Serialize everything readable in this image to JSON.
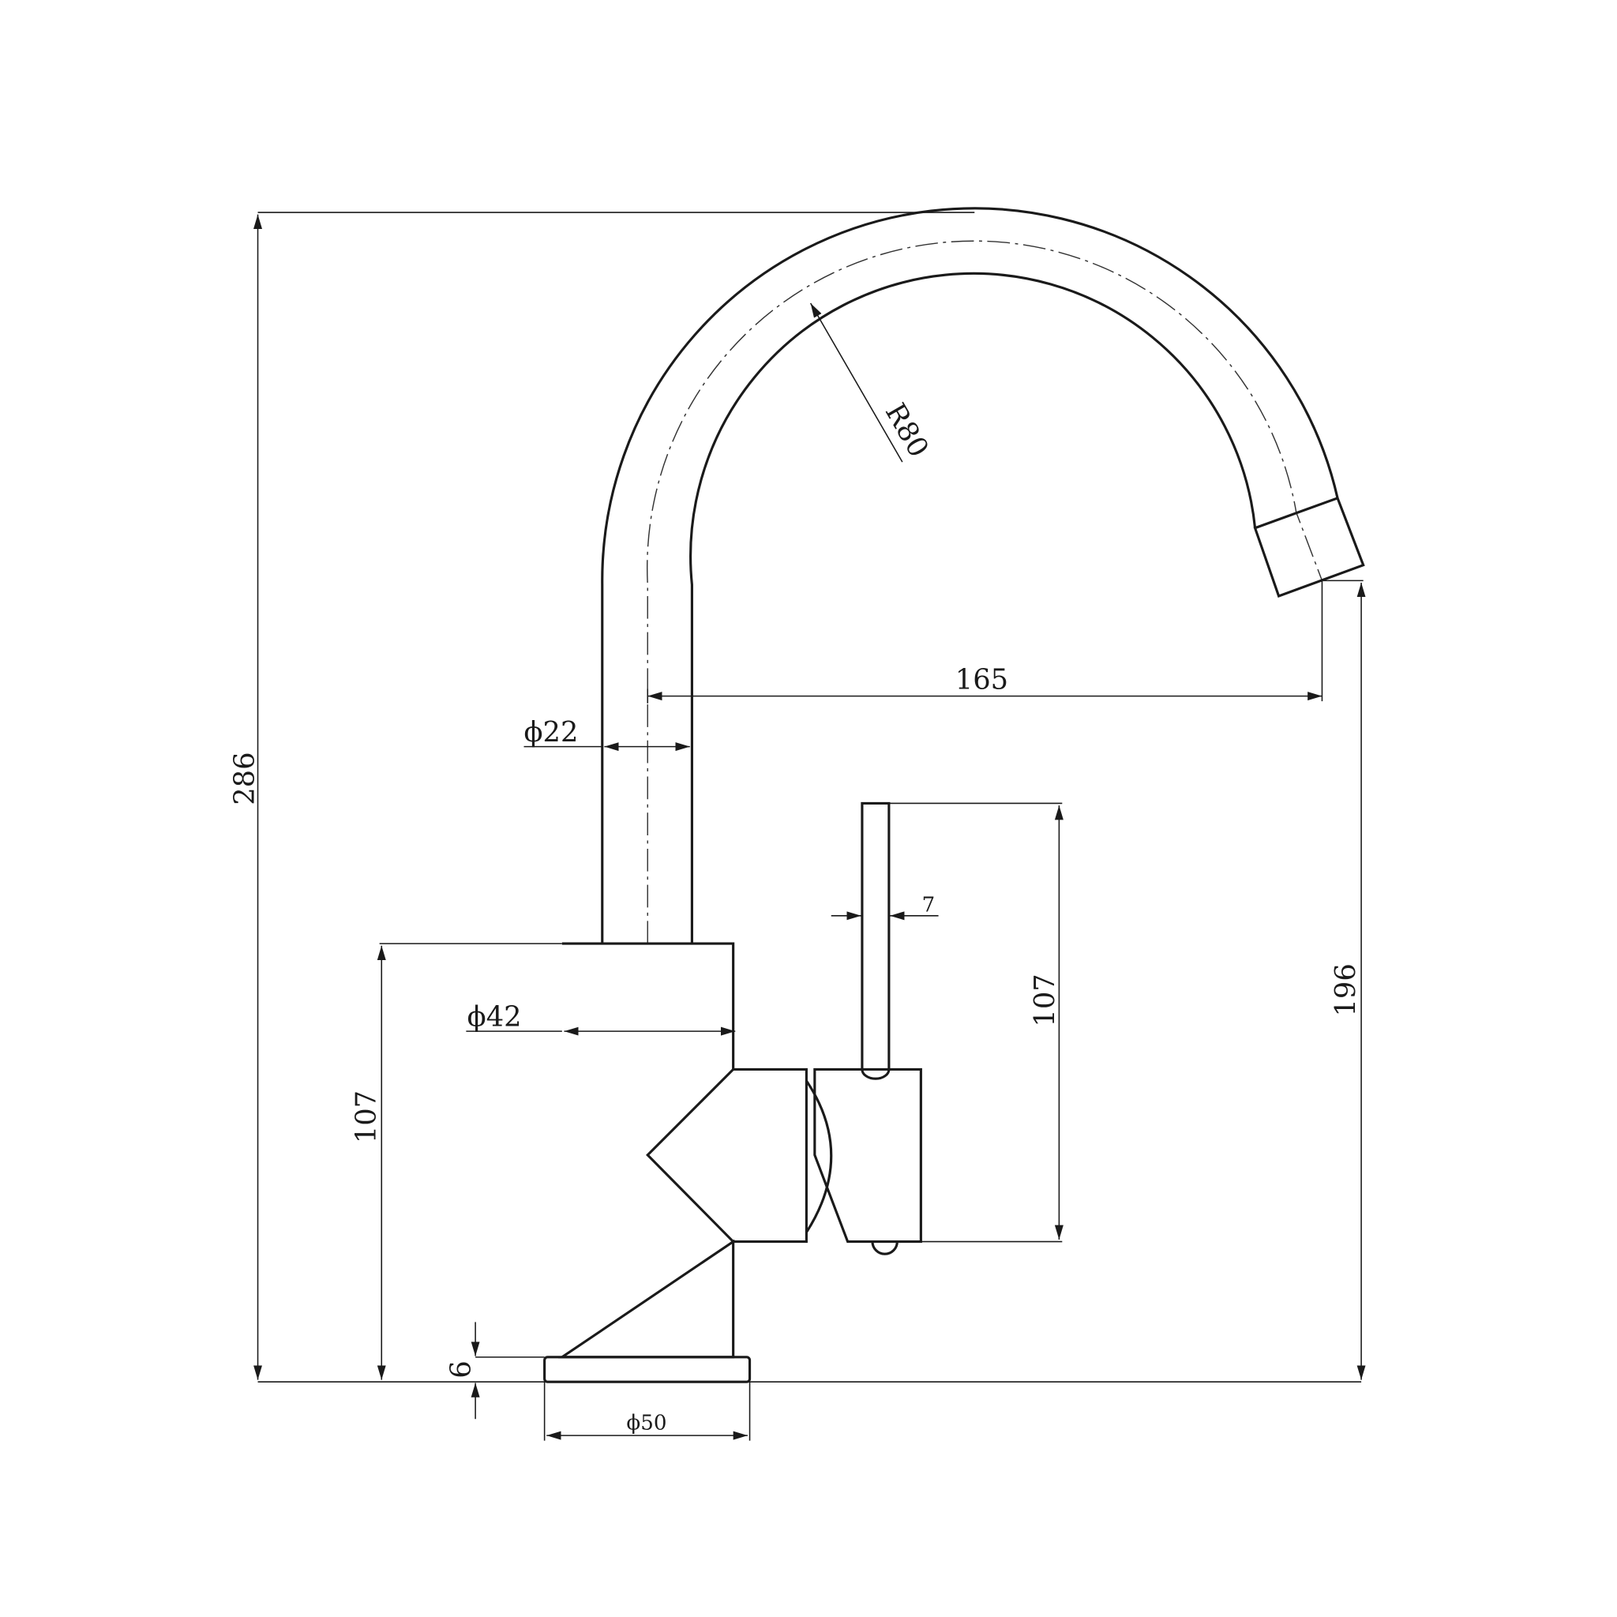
{
  "drawing": {
    "title": "Faucet dimension drawing",
    "dimensions": {
      "total_height": "286",
      "spout_radius": "R80",
      "spout_reach": "165",
      "spout_diameter": "ϕ22",
      "body_diameter": "ϕ42",
      "body_height": "107",
      "base_thickness": "6",
      "base_diameter": "ϕ50",
      "lever_width": "7",
      "lever_height": "107",
      "outlet_height": "196"
    }
  }
}
